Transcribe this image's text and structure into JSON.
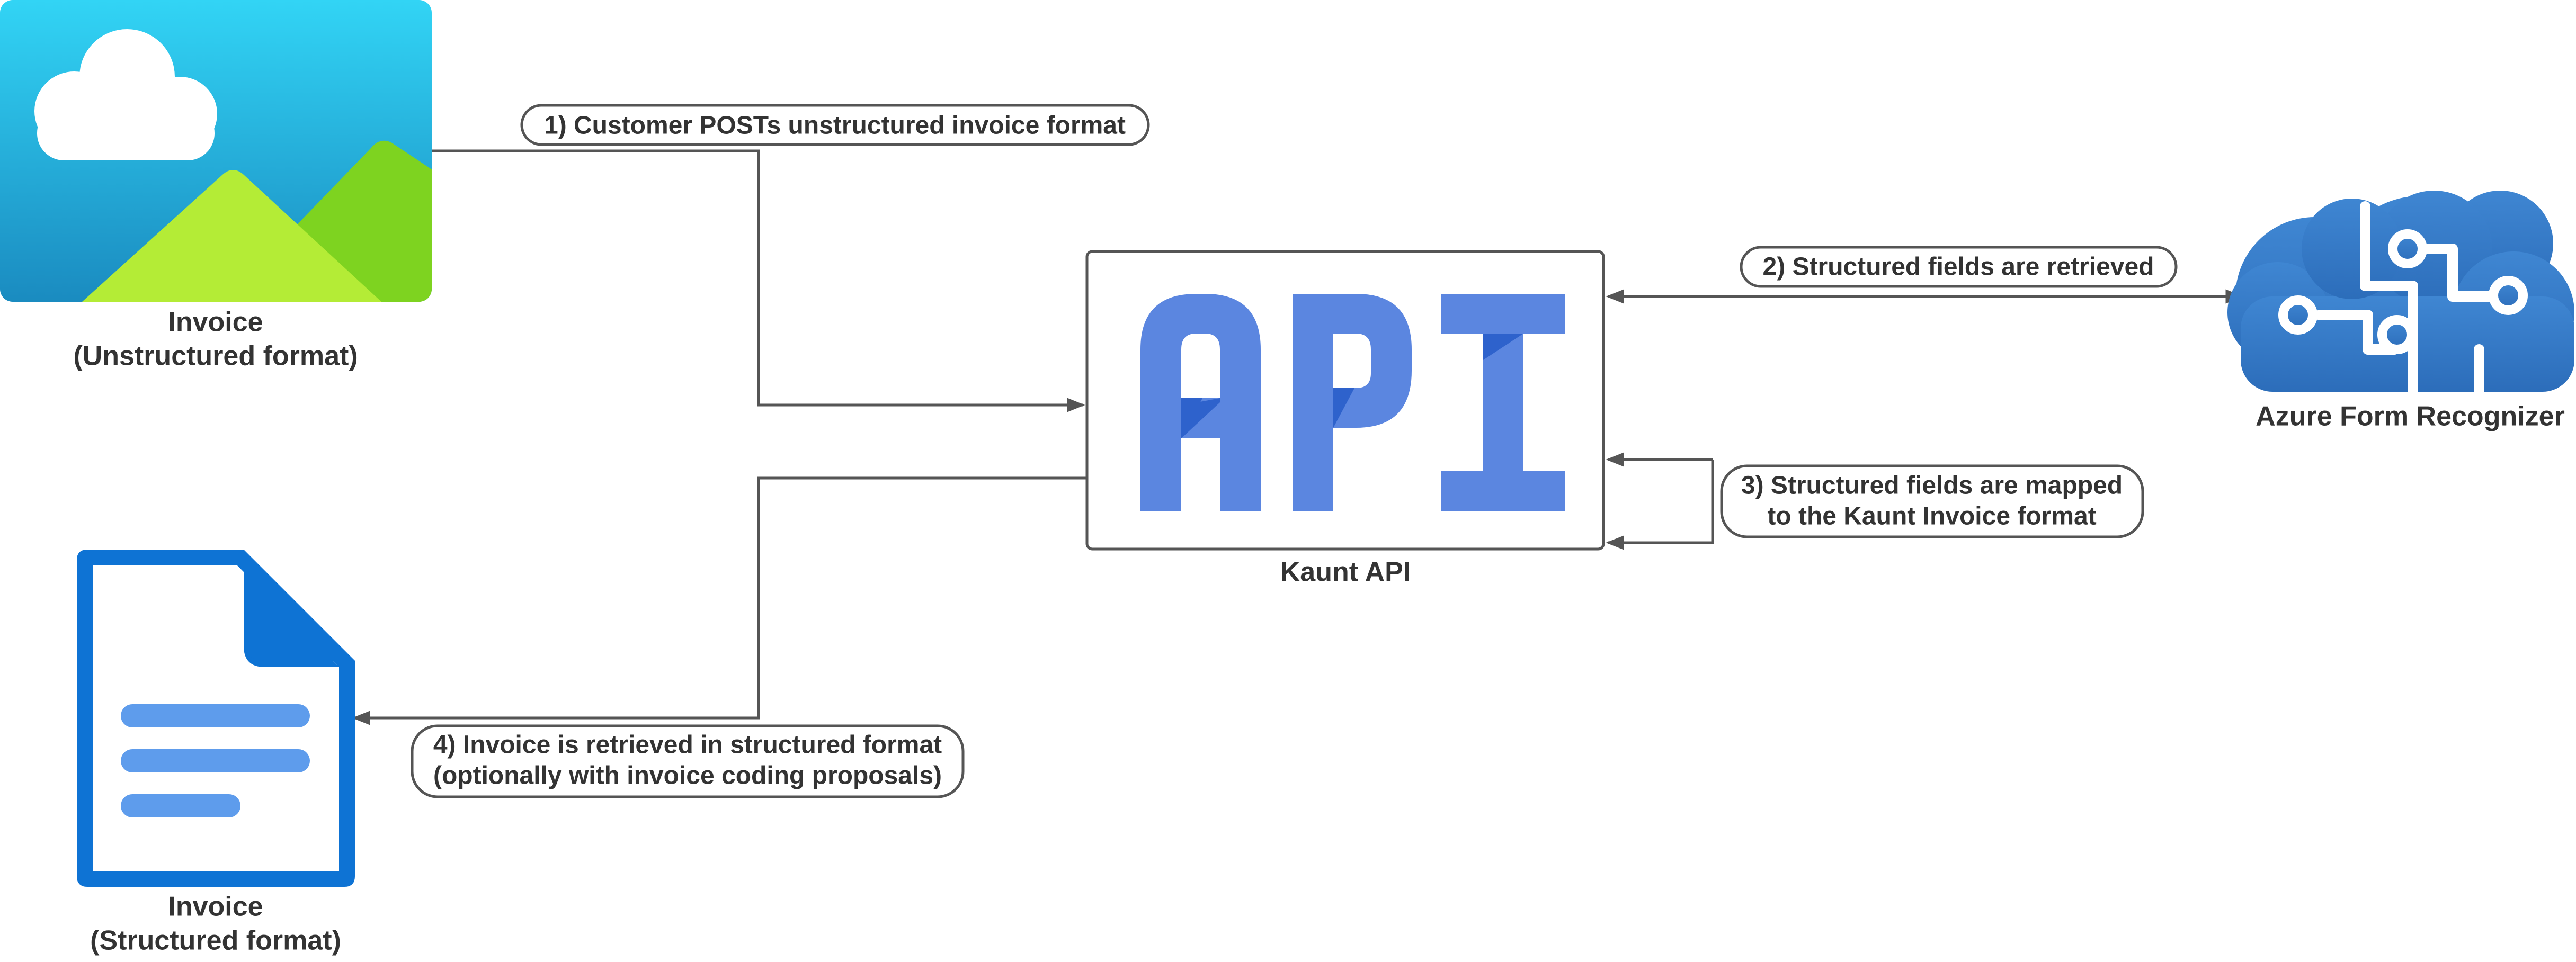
{
  "colors": {
    "line": "#555555",
    "text": "#333333",
    "api_blue": "#5B86E0",
    "api_dark": "#2E62CC",
    "doc_blue": "#5E9CEC",
    "doc_dark": "#0E73D4",
    "sky_top": "#32D4F5",
    "sky_bottom": "#1E8FC3",
    "hill_light": "#B4EC36",
    "hill_dark": "#7ED320",
    "brain_blue": "#3A7BC8"
  },
  "nodes": {
    "unstructured_invoice": {
      "icon": "image-icon",
      "label_line1": "Invoice",
      "label_line2": "(Unstructured format)"
    },
    "structured_invoice": {
      "icon": "document-icon",
      "label_line1": "Invoice",
      "label_line2": "(Structured format)"
    },
    "kaunt_api": {
      "icon": "api-icon",
      "label": "Kaunt API"
    },
    "form_recognizer": {
      "icon": "cognitive-brain-icon",
      "label": "Azure Form Recognizer"
    }
  },
  "edges": [
    {
      "id": "step1",
      "label_line1": "1) Customer POSTs unstructured invoice format",
      "label_line2": ""
    },
    {
      "id": "step2",
      "label_line1": "2) Structured fields are retrieved",
      "label_line2": ""
    },
    {
      "id": "step3",
      "label_line1": "3) Structured fields are mapped",
      "label_line2": "to the Kaunt Invoice format"
    },
    {
      "id": "step4",
      "label_line1": "4) Invoice is retrieved in structured format",
      "label_line2": "(optionally with invoice coding proposals)"
    }
  ]
}
